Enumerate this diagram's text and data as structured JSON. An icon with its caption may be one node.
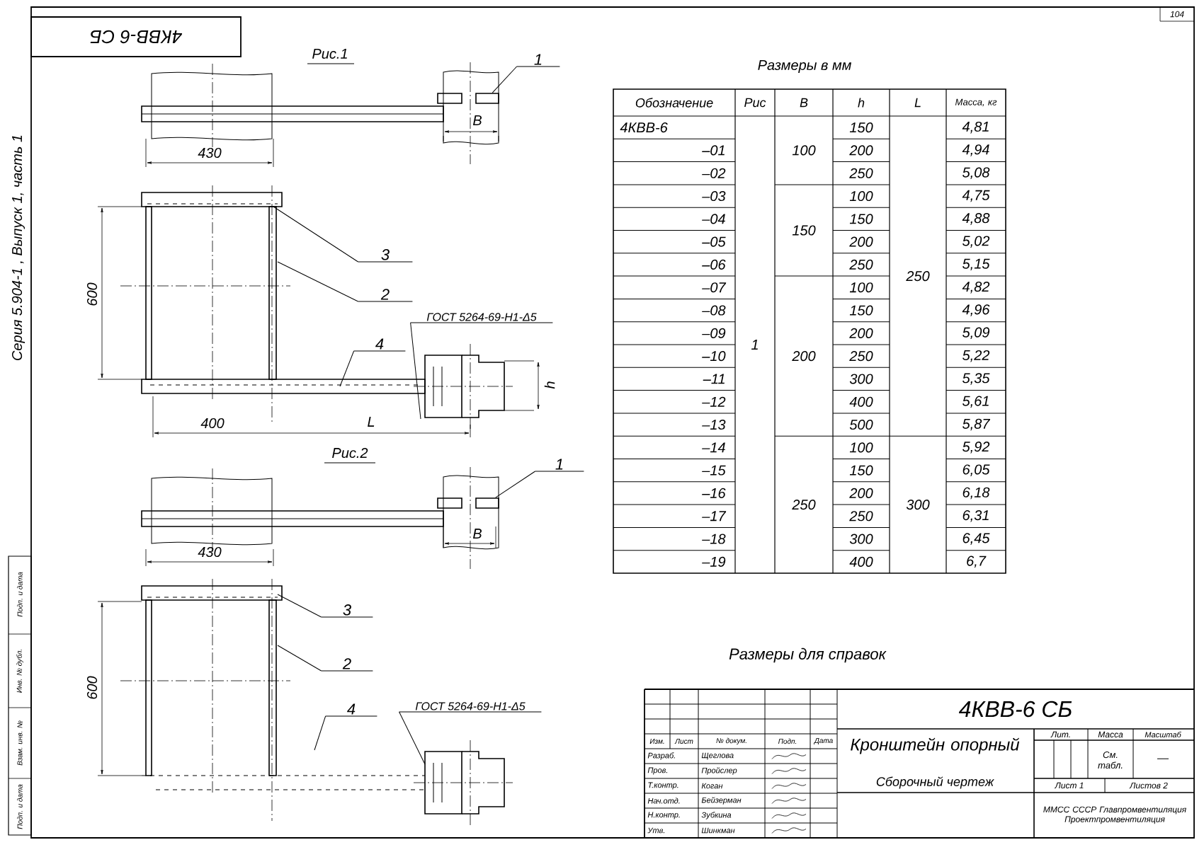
{
  "diagram": {
    "nodes": [
      {
        "text": [
          "1"
        ]
      },
      {
        "text": [
          "3"
        ]
      },
      {
        "text": [
          "2"
        ]
      },
      {
        "text": [
          "4"
        ]
      },
      {
        "text": [
          "ГОСТ 5264-69-Н1-Δ5"
        ]
      },
      {
        "text": [
          "1"
        ]
      },
      {
        "text": [
          "3"
        ]
      },
      {
        "text": [
          "2"
        ]
      },
      {
        "text": [
          "4"
        ]
      },
      {
        "text": [
          "ГОСТ 5264-69-Н1-Δ5"
        ]
      },
      {
        "text": [],
        "shape": "box"
      },
      {
        "text": [],
        "shape": "box"
      }
    ],
    "edges": [
      {
        "from": 0,
        "to": 10,
        "arrow": "none"
      },
      {
        "from": 1,
        "to": null,
        "arrow": "none"
      },
      {
        "from": 2,
        "to": null,
        "arrow": "none"
      },
      {
        "from": 3,
        "to": null,
        "arrow": "none"
      },
      {
        "from": 4,
        "to": null,
        "arrow": "none"
      },
      {
        "from": 5,
        "to": 11,
        "arrow": "none"
      },
      {
        "from": 6,
        "to": null,
        "arrow": "none"
      },
      {
        "from": 7,
        "to": null,
        "arrow": "none"
      },
      {
        "from": 8,
        "to": null,
        "arrow": "none"
      },
      {
        "from": 9,
        "to": null,
        "arrow": "none"
      }
    ],
    "labels": [
      "104",
      "4КВВ-6 СБ",
      "Серия 5.904-1 , Выпуск 1, часть 1",
      "Подп. и дата",
      "Инв. № дубл.",
      "Взам. инв. №",
      "Подп. и дата",
      "Рис.1",
      "В",
      "430",
      "600",
      "400",
      "L",
      "h",
      "Рис.2",
      "В",
      "430",
      "600",
      "Размеры в мм",
      "Обозначение",
      "Рис",
      "В",
      "h",
      "L",
      "Масса, кг",
      "4КВВ-6",
      "1",
      "100",
      "150",
      "250",
      "4,81",
      "–01",
      "200",
      "4,94",
      "–02",
      "250",
      "5,08",
      "–03",
      "150",
      "100",
      "4,75",
      "–04",
      "150",
      "4,88",
      "–05",
      "200",
      "5,02",
      "–06",
      "250",
      "5,15",
      "–07",
      "200",
      "100",
      "4,82",
      "–08",
      "150",
      "4,96",
      "–09",
      "200",
      "5,09",
      "–10",
      "250",
      "5,22",
      "–11",
      "300",
      "5,35",
      "–12",
      "400",
      "5,61",
      "–13",
      "500",
      "5,87",
      "–14",
      "250",
      "100",
      "300",
      "5,92",
      "–15",
      "150",
      "6,05",
      "–16",
      "200",
      "6,18",
      "–17",
      "250",
      "6,31",
      "–18",
      "300",
      "6,45",
      "–19",
      "400",
      "6,7",
      "Размеры для справок",
      "Изм.",
      "Лист",
      "№ докум.",
      "Подп.",
      "Дата",
      "Разраб.",
      "Щеглова",
      "Пров.",
      "Пройслер",
      "Т.контр.",
      "Коган",
      "Нач.отд.",
      "Бейзерман",
      "Н.контр.",
      "Зубкина",
      "Утв.",
      "Шинкман",
      "4КВВ-6 СБ",
      "Кронштейн опорный",
      "Сборочный чертеж",
      "Лит.",
      "Масса",
      "Масштаб",
      "См. табл.",
      "—",
      "Лист 1",
      "Листов 2",
      "ММСС СССР Главпромвентиляция Проектпромвентиляция"
    ]
  }
}
